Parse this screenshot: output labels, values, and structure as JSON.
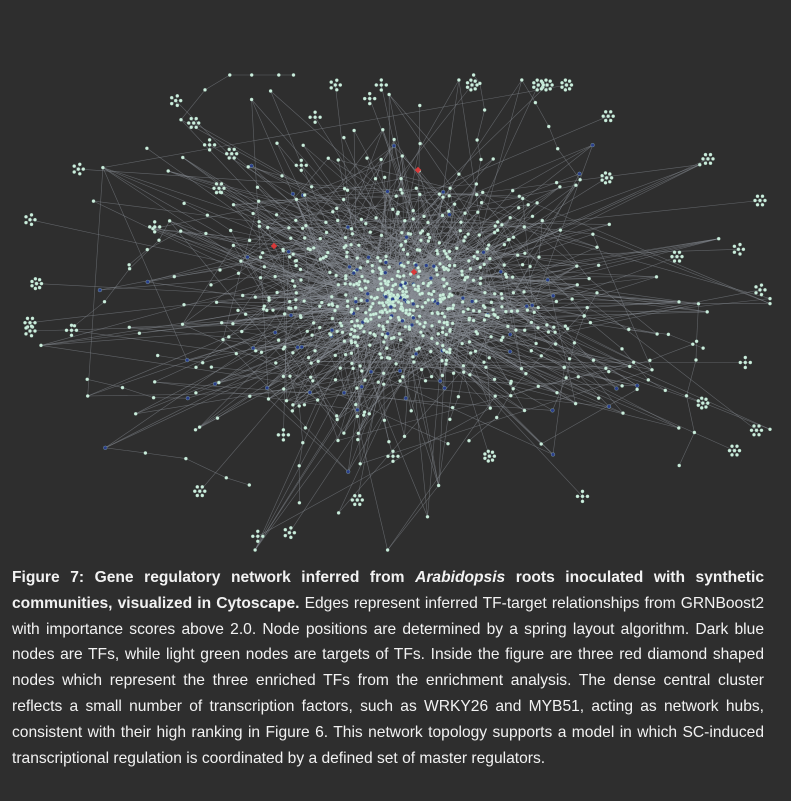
{
  "colors": {
    "background": "#2e2e2e",
    "edge": "#8a8f98",
    "target_node": "#cdeede",
    "tf_node": "#2b3e8a",
    "enriched_tf": "#d93a3a",
    "caption_text": "#f2f2f2"
  },
  "network": {
    "layout": "spring",
    "node_types": [
      "tf",
      "target",
      "enriched_tf"
    ],
    "enriched_tf_count": 3
  },
  "caption": {
    "label": "Figure 7: Gene regulatory network inferred from ",
    "species": "Arabidopsis",
    "label_rest": " roots inoculated with synthetic communities, visualized in Cytoscape.",
    "body": " Edges represent inferred TF-target relationships from GRNBoost2 with importance scores above 2.0. Node positions are determined by a spring layout algorithm. Dark blue nodes are TFs, while light green nodes are targets of TFs. Inside the figure are three red diamond shaped nodes which represent the three enriched TFs from the enrichment analysis. The dense central cluster reflects a small number of transcription factors, such as WRKY26 and MYB51, acting as network hubs, consistent with their high ranking in Figure 6. This network topology supports a model in which SC-induced transcriptional regulation is coordinated by a defined set of master regulators."
  }
}
